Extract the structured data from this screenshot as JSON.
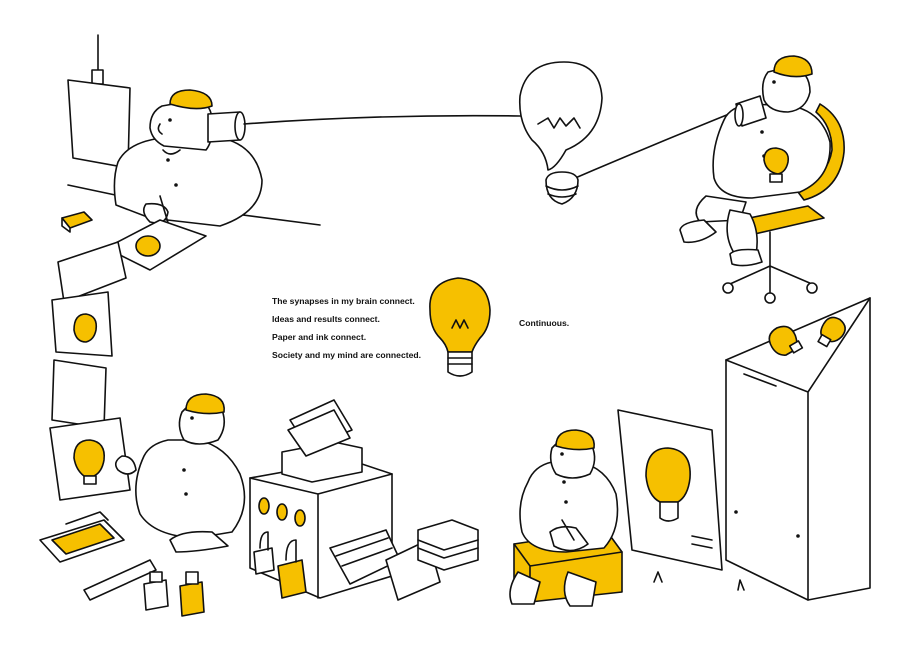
{
  "text": {
    "lines": [
      "The synapses in my brain connect.",
      "Ideas and results connect.",
      "Paper and ink connect.",
      "Society and my mind are connected."
    ],
    "continuous": "Continuous."
  },
  "colors": {
    "accent_yellow": "#f6c000",
    "ink": "#111111",
    "background": "#ffffff"
  },
  "illustration": {
    "icons": [
      "light-bulb-icon",
      "speech-bubble-icon",
      "tin-can-telephone-icon",
      "printing-press-icon",
      "office-chair-icon"
    ]
  }
}
